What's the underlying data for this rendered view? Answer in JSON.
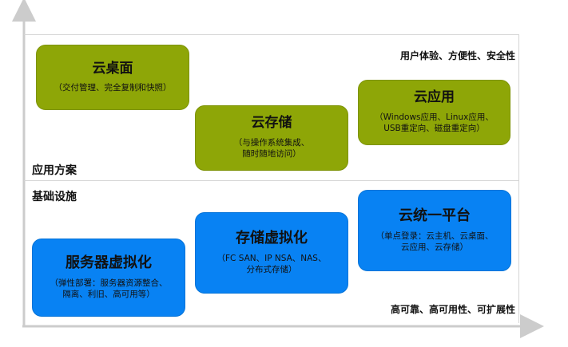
{
  "axes": {
    "line_color": "#cccccc"
  },
  "labels": {
    "application_solution": "应用方案",
    "infrastructure": "基础设施",
    "top_right_note": "用户体验、方便性、安全性",
    "bottom_right_note": "高可靠、高可用性、可扩展性"
  },
  "colors": {
    "application_box": "#8ea607",
    "infrastructure_box": "#0882f3",
    "text": "#111111"
  },
  "boxes": {
    "cloud_desktop": {
      "title": "云桌面",
      "subtitle": "（交付管理、完全复制和快照）"
    },
    "cloud_storage": {
      "title": "云存储",
      "subtitle": "（与操作系统集成、\n随时随地访问）"
    },
    "cloud_application": {
      "title": "云应用",
      "subtitle": "（Windows应用、Linux应用、\nUSB重定向、磁盘重定向）"
    },
    "server_virtualization": {
      "title": "服务器虚拟化",
      "subtitle": "（弹性部署：服务器资源整合、\n隔离、利旧、高可用等）"
    },
    "storage_virtualization": {
      "title": "存储虚拟化",
      "subtitle": "（FC SAN、IP NSA、NAS、\n分布式存储）"
    },
    "unified_cloud_platform": {
      "title": "云统一平台",
      "subtitle": "（单点登录：云主机、云桌面、\n云应用、云存储）"
    }
  }
}
